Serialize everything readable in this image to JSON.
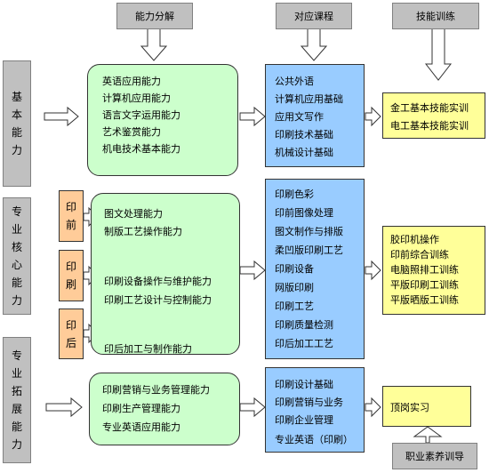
{
  "headers": {
    "ability": "能力分解",
    "courses": "对应课程",
    "skills": "技能训练"
  },
  "rows": {
    "basic": {
      "label": [
        "基",
        "本",
        "能",
        "力"
      ],
      "abilities": [
        "英语应用能力",
        "计算机应用能力",
        "语言文字运用能力",
        "艺术鉴赏能力",
        "机电技术基本能力"
      ],
      "courses": [
        "公共外语",
        "计算机应用基础",
        "应用文写作",
        "印刷技术基础",
        "机械设计基础"
      ],
      "skills": [
        "金工基本技能实训",
        "电工基本技能实训"
      ]
    },
    "core": {
      "label": [
        "专",
        "业",
        "核",
        "心",
        "能",
        "力"
      ],
      "stages": [
        {
          "chars": [
            "印",
            "前"
          ],
          "abilities": [
            "图文处理能力",
            "制版工艺操作能力"
          ]
        },
        {
          "chars": [
            "印",
            "刷"
          ],
          "abilities": [
            "印刷设备操作与维护能力",
            "印刷工艺设计与控制能力"
          ]
        },
        {
          "chars": [
            "印",
            "后"
          ],
          "abilities": [
            "印后加工与制作能力"
          ]
        }
      ],
      "courses": [
        "印刷色彩",
        "印前图像处理",
        "图文制作与排版",
        "柔凹版印刷工艺",
        "印刷设备",
        "网版印刷",
        "印刷工艺",
        "印刷质量检测",
        "印后加工工艺"
      ],
      "skills": [
        "胶印机操作",
        "印前综合训练",
        "电脑照排工训练",
        "平版印刷工训练",
        "平版晒版工训练"
      ]
    },
    "extend": {
      "label": [
        "专",
        "业",
        "拓",
        "展",
        "能",
        "力"
      ],
      "abilities": [
        "印刷营销与业务管理能力",
        "印刷生产管理能力",
        "专业英语应用能力"
      ],
      "courses": [
        "印刷设计基础",
        "印刷营销与业务",
        "印刷企业管理",
        "专业英语（印刷）"
      ],
      "skills": [
        "顶岗实习"
      ]
    }
  },
  "footer": {
    "quality": "职业素养训导"
  }
}
